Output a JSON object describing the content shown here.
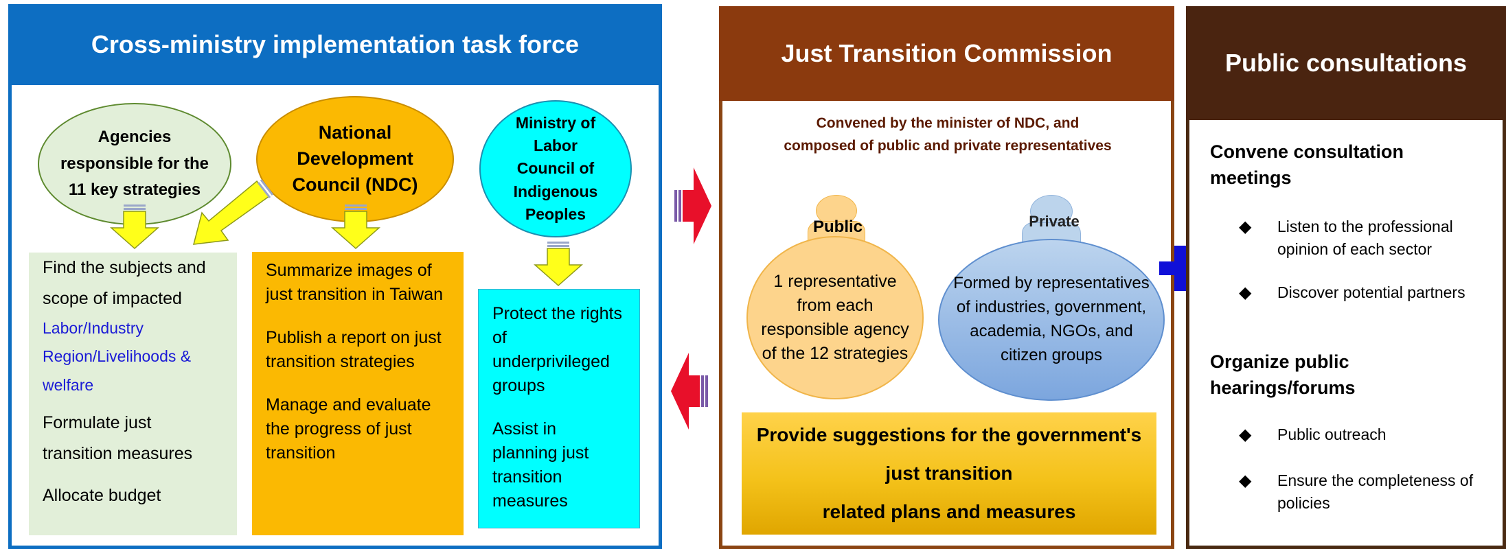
{
  "task_force": {
    "title": "Cross-ministry implementation task force",
    "agencies_oval": [
      "Agencies",
      "responsible for the",
      "11 key strategies"
    ],
    "ndc_oval": [
      "National",
      "Development",
      "Council (NDC)"
    ],
    "mol_oval": [
      "Ministry of",
      "Labor",
      "Council of",
      "Indigenous",
      "Peoples"
    ],
    "left_box": {
      "line1": "Find the subjects and",
      "line2": "scope of impacted",
      "blue1": "Labor/Industry",
      "blue2": "Region/Livelihoods &",
      "blue3": "welfare",
      "item2a": "Formulate just",
      "item2b": "transition measures",
      "item3": "Allocate budget"
    },
    "mid_box": {
      "item1": "Summarize images of just transition in Taiwan",
      "item2": "Publish a report on just transition strategies",
      "item3": "Manage and evaluate the progress of just transition"
    },
    "right_box": {
      "item1": "Protect the rights of underprivileged groups",
      "item2": "Assist in planning just transition measures"
    }
  },
  "commission": {
    "title": "Just Transition Commission",
    "subtitle_line1": "Convened by the minister of NDC, and",
    "subtitle_line2": "composed of public and private representatives",
    "public_label": "Public",
    "public_text": "1  representative from each responsible agency of the 12 strategies",
    "private_label": "Private",
    "private_text": "Formed by representatives of industries, government, academia, NGOs, and citizen groups",
    "suggest_line1": "Provide suggestions for the government's",
    "suggest_line2": "just transition",
    "suggest_line3": "related plans and measures"
  },
  "consultations": {
    "title": "Public consultations",
    "convene_title": "Convene consultation meetings",
    "convene_items": [
      "Listen to the professional opinion of each sector",
      "Discover potential partners"
    ],
    "organize_title": "Organize public hearings/forums",
    "organize_items": [
      "Public outreach",
      "Ensure the completeness of policies"
    ],
    "bullet_glyph": "◆"
  },
  "colors": {
    "task_force_blue": "#0d6ec2",
    "commission_brown": "#8b3a0e",
    "consultation_brown": "#4a2410",
    "plus_blue": "#1010d8",
    "arrow_red": "#e8102a",
    "down_arrow_yellow": "#ffff1a"
  }
}
